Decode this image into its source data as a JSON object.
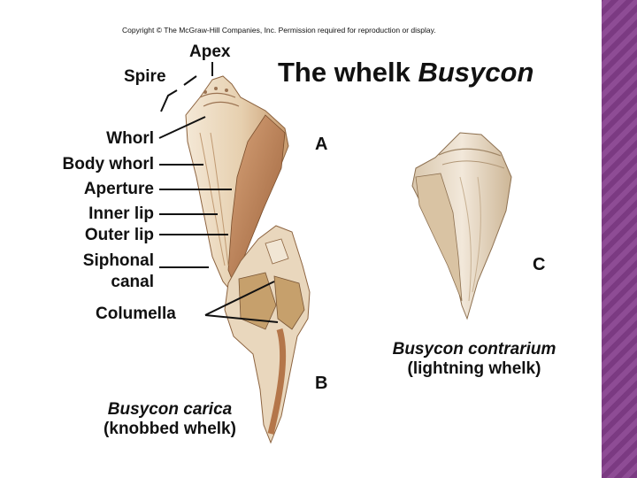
{
  "copyright": "Copyright © The McGraw-Hill Companies, Inc. Permission required for reproduction or display.",
  "title": {
    "plain": "The whelk ",
    "italic": "Busycon"
  },
  "labels": {
    "apex": "Apex",
    "spire": "Spire",
    "whorl": "Whorl",
    "body_whorl": "Body whorl",
    "aperture": "Aperture",
    "inner_lip": "Inner lip",
    "outer_lip": "Outer lip",
    "siphonal_1": "Siphonal",
    "siphonal_2": "canal",
    "columella": "Columella"
  },
  "letters": {
    "a": "A",
    "b": "B",
    "c": "C"
  },
  "captions": {
    "carica_name": "Busycon carica",
    "carica_common": "(knobbed whelk)",
    "contrarium_name": "Busycon contrarium",
    "contrarium_common": "(lightning whelk)"
  },
  "colors": {
    "accent_bar": "#7b3a82",
    "shell_light": "#ecdcc4",
    "shell_dark": "#a9744a"
  }
}
